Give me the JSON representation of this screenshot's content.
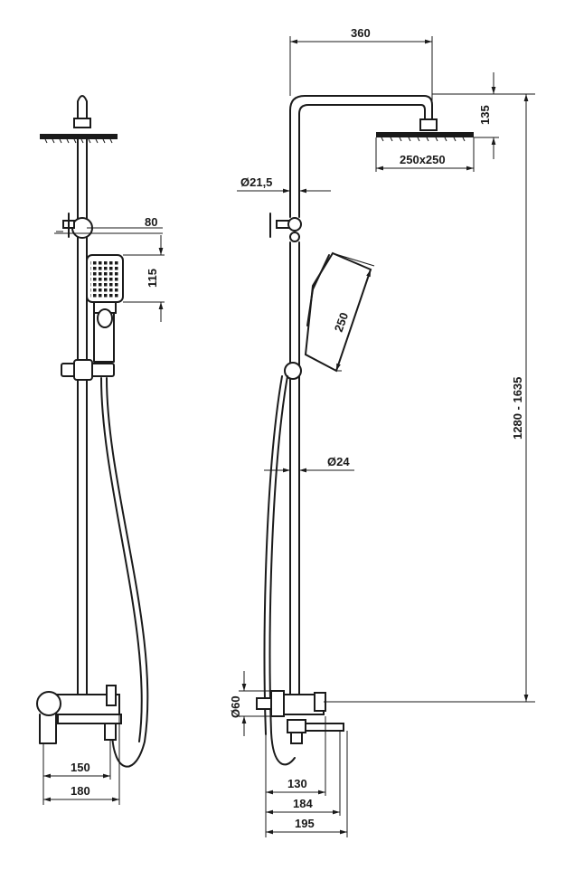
{
  "dimensions": {
    "top_reach": "360",
    "head_drop": "135",
    "head_size": "250x250",
    "pipe_upper_diameter": "Ø21,5",
    "diverter_offset": "80",
    "hand_shower_height": "115",
    "hand_shower_length": "250",
    "pipe_lower_diameter": "Ø24",
    "total_height": "1280 - 1635",
    "mixer_diameter": "Ø60",
    "depth_130": "130",
    "depth_184": "184",
    "depth_195": "195",
    "width_150": "150",
    "width_180": "180"
  }
}
